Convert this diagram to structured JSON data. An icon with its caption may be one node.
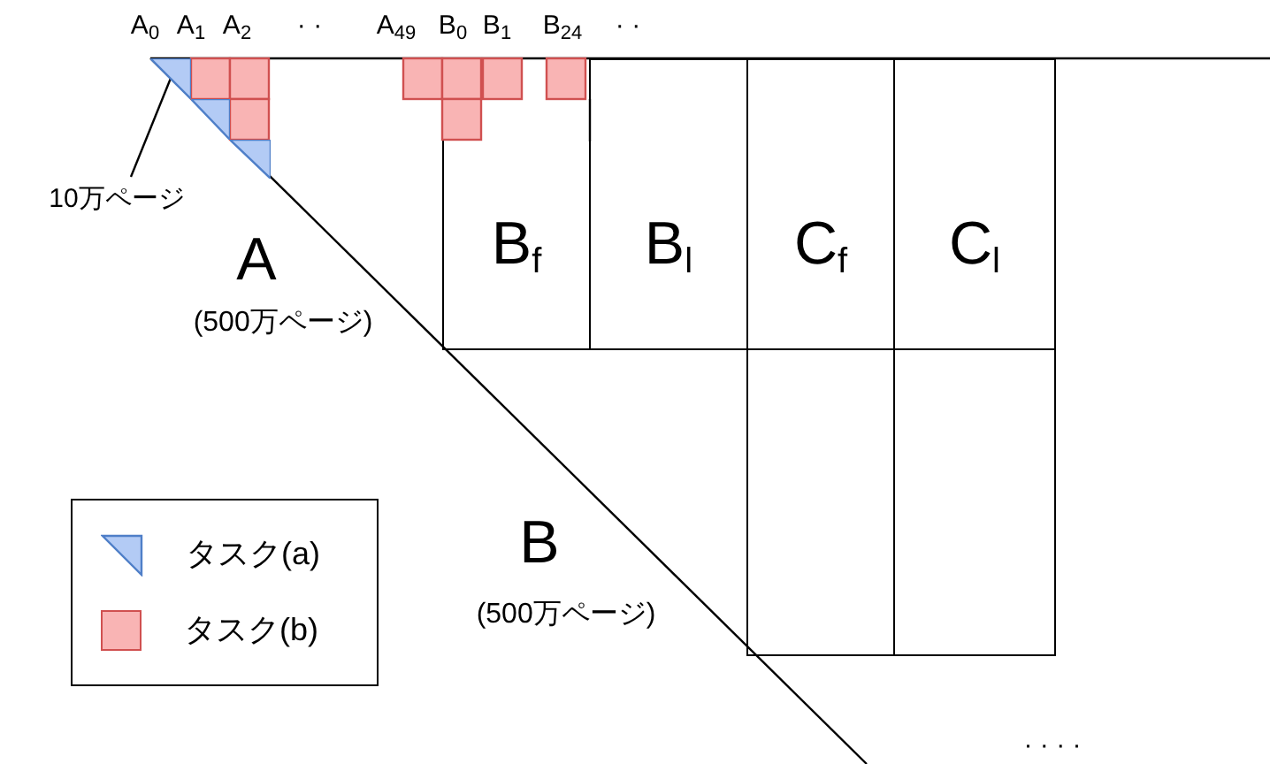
{
  "diagram": {
    "nodes": [
      {
        "text": [
          "B$_{f}$"
        ]
      },
      {
        "text": [
          "B$_{l}$"
        ]
      },
      {
        "text": [
          "C$_{f}$"
        ]
      },
      {
        "text": [
          "C$_{l}$"
        ]
      },
      {
        "text": [],
        "shape": "box"
      },
      {
        "text": [],
        "shape": "box"
      },
      {
        "text": [
          "10万ページ"
        ]
      },
      {
        "text": [],
        "shape": "triangle"
      },
      {
        "text": [],
        "shape": "triangle"
      },
      {
        "text": [],
        "shape": "triangle"
      }
    ],
    "edges": [
      {
        "from": 6,
        "to": 7,
        "arrow": "none"
      }
    ],
    "labels": [
      "A$_{0}$",
      "A$_{1}$",
      "A$_{2}$",
      "· ·",
      "A$_{49}$",
      "B$_{0}$",
      "B$_{1}$",
      "B$_{24}$",
      "· ·",
      "A",
      "(500万ページ)",
      "B",
      "(500万ページ)",
      "· · · ·"
    ],
    "legend": [
      {
        "text": "タスク(a)"
      },
      {
        "text": "タスク(b)",
        "color": "#f9b4b4"
      }
    ]
  }
}
